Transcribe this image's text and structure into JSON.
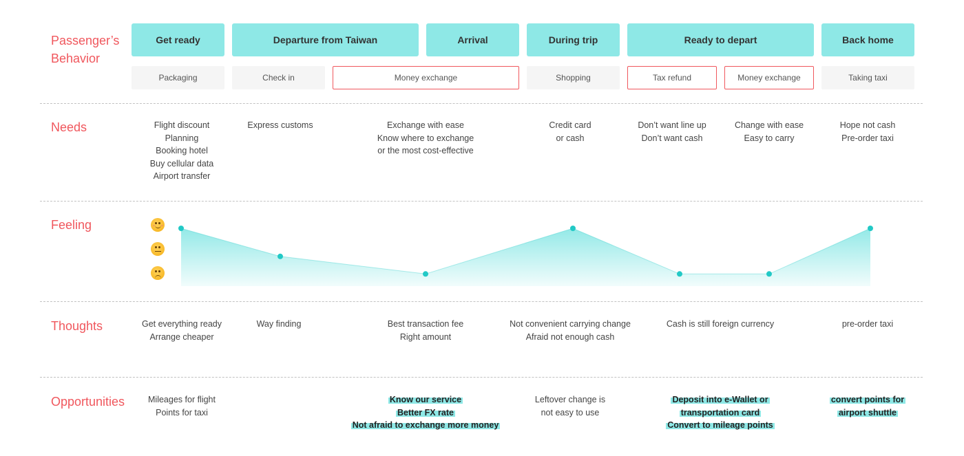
{
  "row_labels": {
    "behavior": [
      "Passenger’s",
      "Behavior"
    ],
    "needs": "Needs",
    "feeling": "Feeling",
    "thoughts": "Thoughts",
    "opportunities": "Opportunities"
  },
  "stages": [
    {
      "id": "get-ready",
      "label": "Get ready"
    },
    {
      "id": "departure",
      "label": "Departure from Taiwan"
    },
    {
      "id": "arrival",
      "label": "Arrival"
    },
    {
      "id": "during-trip",
      "label": "During trip"
    },
    {
      "id": "ready-to-depart",
      "label": "Ready to depart"
    },
    {
      "id": "back-home",
      "label": "Back home"
    }
  ],
  "steps": [
    {
      "label": "Packaging",
      "highlight": false
    },
    {
      "label": "Check in",
      "highlight": false
    },
    {
      "label": "Money exchange",
      "highlight": true
    },
    {
      "label": "Shopping",
      "highlight": false
    },
    {
      "label": "Tax refund",
      "highlight": true
    },
    {
      "label": "Money exchange",
      "highlight": true
    },
    {
      "label": "Taking taxi",
      "highlight": false
    }
  ],
  "needs": [
    [
      "Flight discount",
      "Planning",
      "Booking hotel",
      "Buy cellular data",
      "Airport transfer"
    ],
    [
      "Express customs"
    ],
    [
      "Exchange with ease",
      "Know where to exchange",
      "or the most cost-effective"
    ],
    [
      "Credit card",
      "or cash"
    ],
    [
      "Don’t want line up",
      "Don’t want cash"
    ],
    [
      "Change with ease",
      "Easy to carry"
    ],
    [
      "Hope not cash",
      "Pre-order taxi"
    ]
  ],
  "feeling_scale": [
    {
      "level": "happy",
      "icon": "smiling-face-icon"
    },
    {
      "level": "neutral",
      "icon": "neutral-face-icon"
    },
    {
      "level": "sad",
      "icon": "frowning-face-icon"
    }
  ],
  "chart_data": {
    "type": "area",
    "categories": [
      "Packaging",
      "Check in",
      "Money exchange",
      "Shopping",
      "Tax refund",
      "Money exchange",
      "Taking taxi"
    ],
    "values": [
      3,
      1.8,
      1.05,
      3,
      1.05,
      1.05,
      3
    ],
    "ylim": [
      1,
      3
    ],
    "grid": false,
    "colors": {
      "line": "#22c9c6",
      "fill": "#8ee8e6",
      "point": "#22c9c6"
    }
  },
  "thoughts": [
    [
      "Get everything ready",
      "Arrange cheaper"
    ],
    [
      "Way finding"
    ],
    [
      "Best transaction fee",
      "Right amount"
    ],
    [
      "Not convenient carrying change",
      "Afraid not enough cash"
    ],
    [
      "Cash is still foreign currency"
    ],
    [
      "pre-order taxi"
    ]
  ],
  "opportunities": [
    {
      "lines": [
        "Mileages for flight",
        "Points for taxi"
      ],
      "emphasis": false
    },
    {
      "lines": [
        "Know our service",
        "Better FX rate",
        "Not afraid to exchange more money"
      ],
      "emphasis": true
    },
    {
      "lines": [
        "Leftover change is",
        "not easy to use"
      ],
      "emphasis": false
    },
    {
      "lines": [
        "Deposit into e-Wallet or",
        "transportation card",
        "Convert to mileage points"
      ],
      "emphasis": true
    },
    {
      "lines": [
        "convert points for",
        "airport shuttle"
      ],
      "emphasis": true
    }
  ],
  "colors": {
    "accent": "#f0575d",
    "stage": "#8ee8e6",
    "teal": "#22c9c6"
  }
}
